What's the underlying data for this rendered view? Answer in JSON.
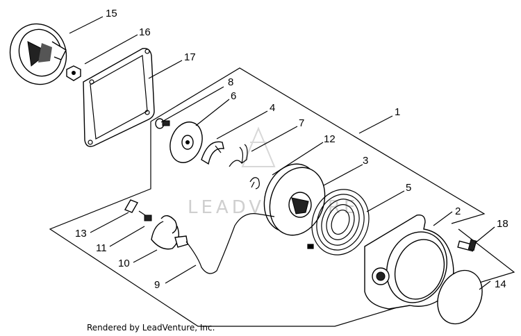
{
  "watermark": "LEADVENTURE",
  "credit": "Rendered by LeadVenture, Inc.",
  "callouts": [
    "1",
    "2",
    "3",
    "4",
    "5",
    "6",
    "7",
    "8",
    "9",
    "10",
    "11",
    "12",
    "13",
    "14",
    "15",
    "16",
    "17",
    "18"
  ]
}
